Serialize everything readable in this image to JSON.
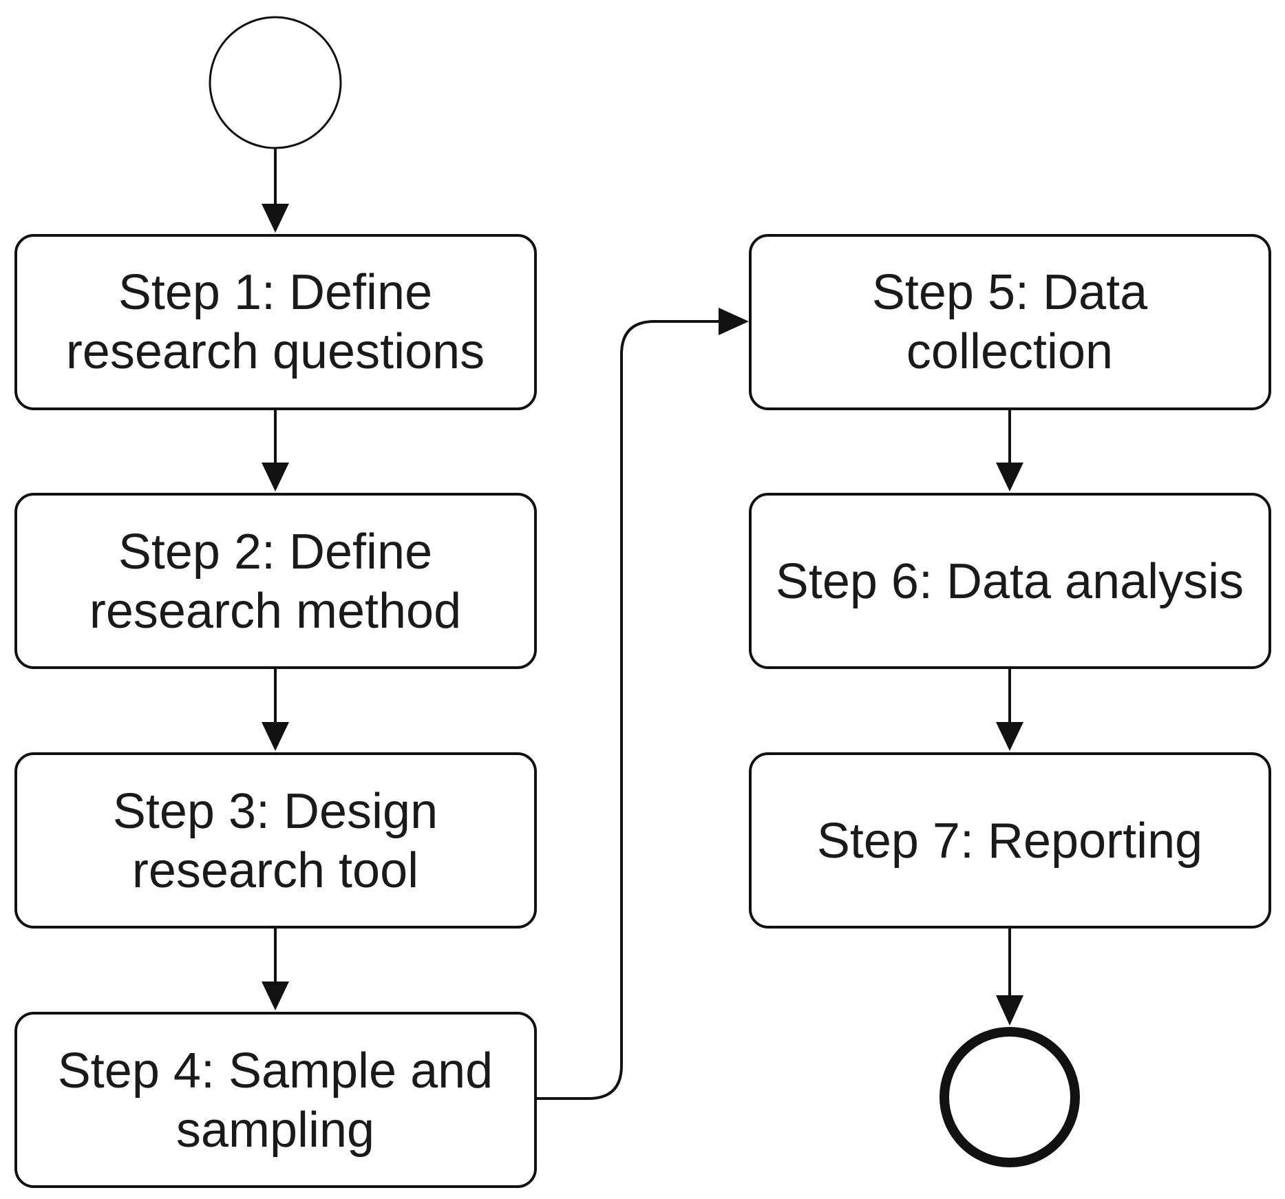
{
  "flowchart": {
    "start_node": "start-circle",
    "end_node": "end-circle",
    "steps": [
      {
        "id": "step-1",
        "lines": [
          "Step 1: Define",
          "research questions"
        ]
      },
      {
        "id": "step-2",
        "lines": [
          "Step 2: Define",
          "research method"
        ]
      },
      {
        "id": "step-3",
        "lines": [
          "Step 3: Design",
          "research tool"
        ]
      },
      {
        "id": "step-4",
        "lines": [
          "Step 4: Sample and",
          "sampling"
        ]
      },
      {
        "id": "step-5",
        "lines": [
          "Step 5: Data",
          "collection"
        ]
      },
      {
        "id": "step-6",
        "lines": [
          "Step 6: Data analysis"
        ]
      },
      {
        "id": "step-7",
        "lines": [
          "Step 7: Reporting"
        ]
      }
    ],
    "connections": [
      {
        "from": "start-circle",
        "to": "step-1"
      },
      {
        "from": "step-1",
        "to": "step-2"
      },
      {
        "from": "step-2",
        "to": "step-3"
      },
      {
        "from": "step-3",
        "to": "step-4"
      },
      {
        "from": "step-4",
        "to": "step-5"
      },
      {
        "from": "step-5",
        "to": "step-6"
      },
      {
        "from": "step-6",
        "to": "step-7"
      },
      {
        "from": "step-7",
        "to": "end-circle"
      }
    ]
  }
}
